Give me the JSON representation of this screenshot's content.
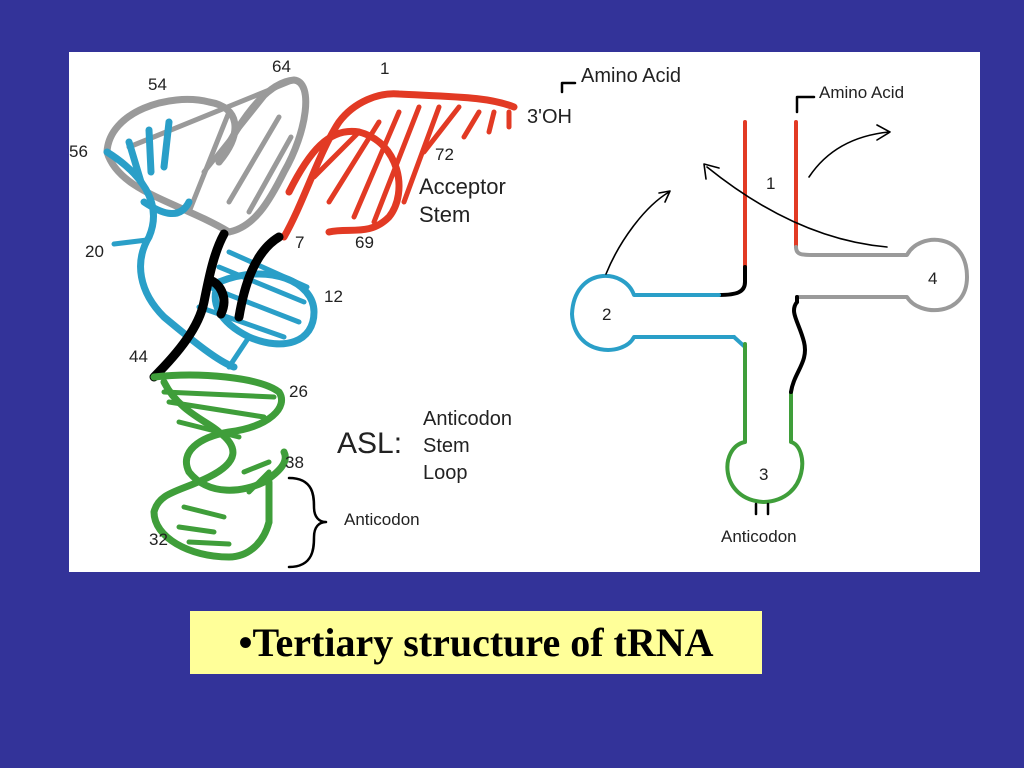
{
  "diagram": {
    "left": {
      "numbers": [
        "64",
        "1",
        "54",
        "56",
        "72",
        "20",
        "7",
        "69",
        "12",
        "44",
        "26",
        "38",
        "32"
      ],
      "amino_acid": "Amino Acid",
      "oh": "3'OH",
      "acceptor": "Acceptor",
      "stem": "Stem",
      "asl": "ASL:",
      "asl_anticodon": "Anticodon",
      "asl_stem": "Stem",
      "asl_loop": "Loop",
      "anticodon": "Anticodon"
    },
    "right": {
      "amino_acid": "Amino Acid",
      "loops": [
        "1",
        "2",
        "3",
        "4"
      ],
      "anticodon": "Anticodon"
    },
    "colors": {
      "acceptor": "#e23a24",
      "d_arm": "#2a9fc8",
      "t_arm": "#9a9a9a",
      "anticodon_arm": "#3f9e3a",
      "linker": "#000000",
      "background": "#333399",
      "caption_bg": "#ffff99"
    }
  },
  "caption": "•Tertiary structure of tRNA"
}
